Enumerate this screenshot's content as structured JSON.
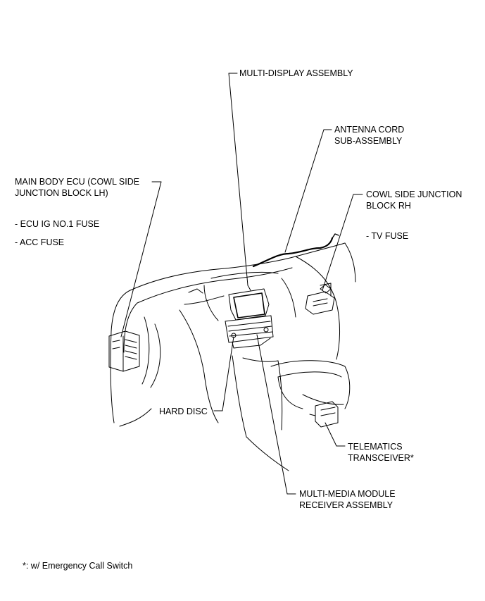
{
  "colors": {
    "ink": "#000000",
    "background": "#ffffff"
  },
  "labels": {
    "multi_display": "MULTI-DISPLAY ASSEMBLY",
    "antenna_cord": [
      "ANTENNA CORD",
      "SUB-ASSEMBLY"
    ],
    "main_body_ecu": [
      "MAIN BODY ECU (COWL SIDE",
      "JUNCTION BLOCK LH)"
    ],
    "ecu_ig_fuse": "- ECU IG NO.1 FUSE",
    "acc_fuse": "- ACC FUSE",
    "cowl_side_rh": [
      "COWL SIDE JUNCTION",
      "BLOCK RH"
    ],
    "tv_fuse": "- TV FUSE",
    "hard_disc": "HARD DISC",
    "telematics": [
      "TELEMATICS",
      "TRANSCEIVER*"
    ],
    "multi_media": [
      "MULTI-MEDIA MODULE",
      "RECEIVER ASSEMBLY"
    ]
  },
  "footnote": "*: w/ Emergency Call Switch"
}
